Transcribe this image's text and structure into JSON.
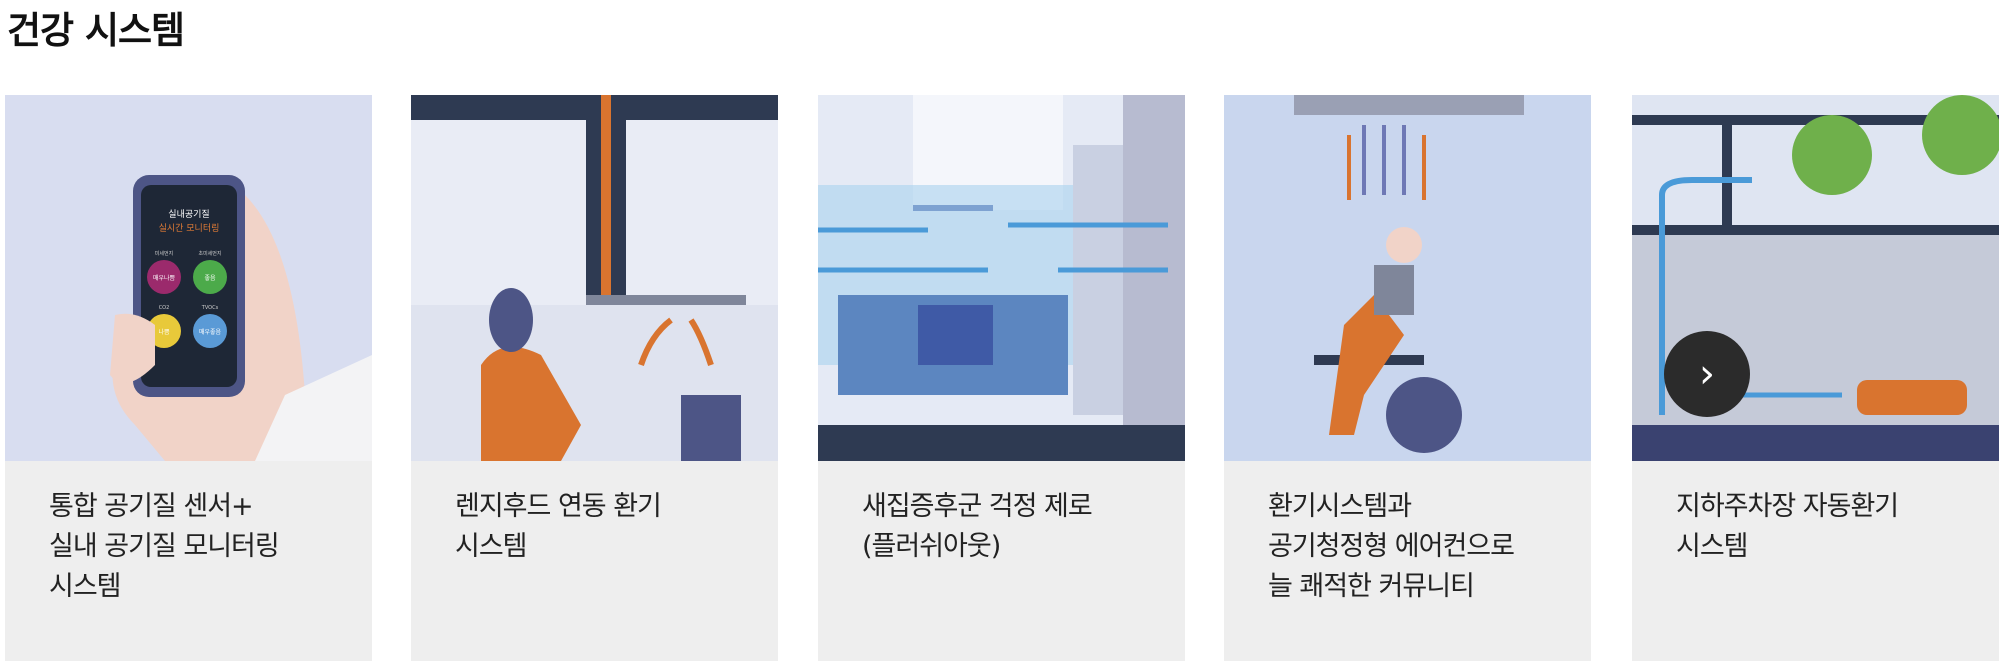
{
  "page_title": "건강 시스템",
  "cards": [
    {
      "caption": "통합 공기질 센서+\n실내 공기질 모니터링\n시스템",
      "phone": {
        "title": "실내공기질",
        "subtitle": "실시간 모니터링",
        "items": [
          {
            "label": "미세먼지",
            "value": "매우나쁨",
            "color": "#9b2a6c"
          },
          {
            "label": "초미세먼지",
            "value": "좋음",
            "color": "#4caa4a"
          },
          {
            "label": "CO2",
            "value": "나쁨",
            "color": "#e8c93a"
          },
          {
            "label": "TVOCs",
            "value": "매우좋음",
            "color": "#5a9ad6"
          }
        ]
      }
    },
    {
      "caption": "렌지후드 연동 환기\n시스템"
    },
    {
      "caption": "새집증후군 걱정 제로\n(플러쉬아웃)"
    },
    {
      "caption": "환기시스템과\n공기청정형 에어컨으로\n늘 쾌적한 커뮤니티"
    },
    {
      "caption": "지하주차장 자동환기\n시스템"
    }
  ],
  "carousel": {
    "next_icon": "chevron-right-icon"
  }
}
